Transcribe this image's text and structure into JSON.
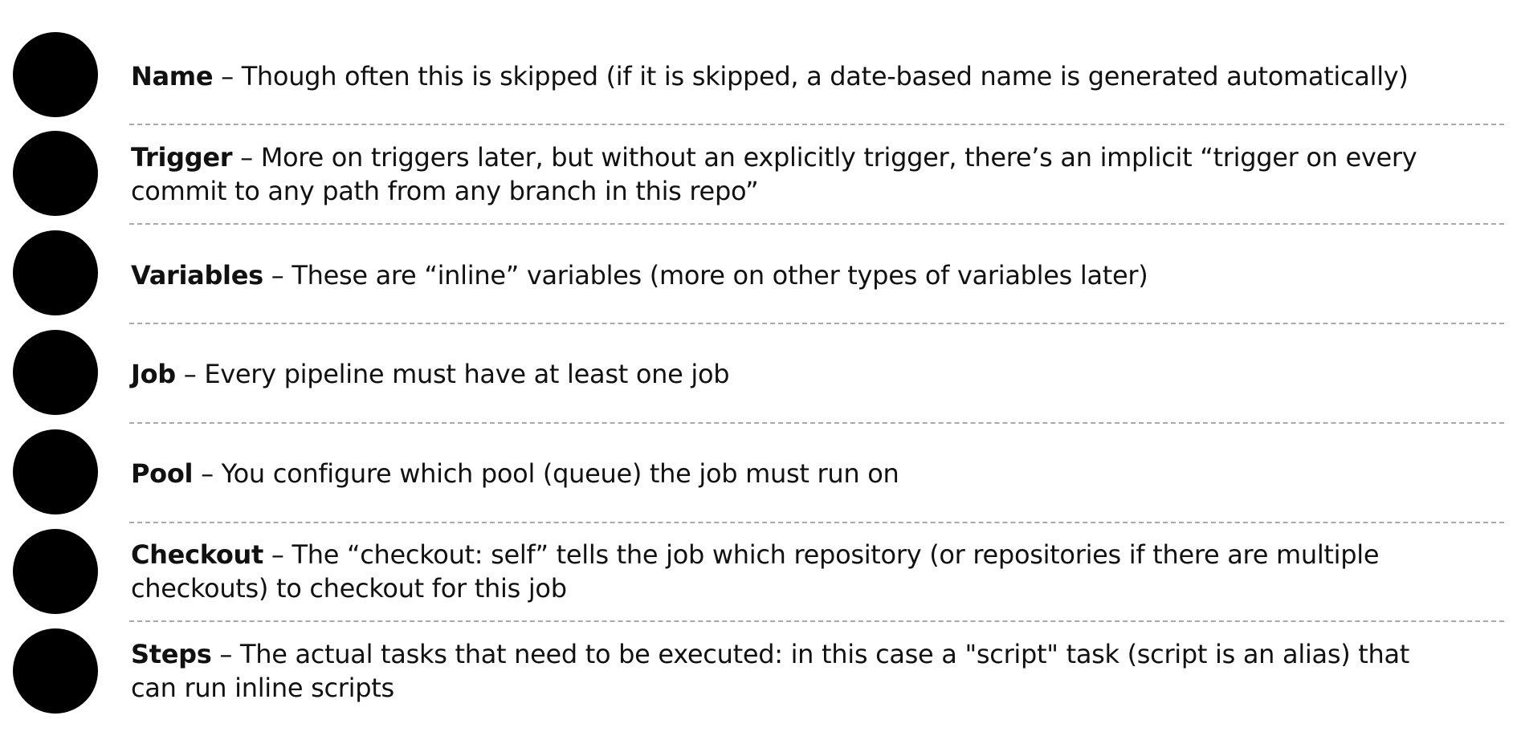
{
  "items": [
    {
      "term": "Name",
      "separator": " – ",
      "description": "Though often this is skipped (if it is skipped, a date-based name is generated automatically)"
    },
    {
      "term": "Trigger",
      "separator": " – ",
      "description": "More on triggers later, but without an explicitly trigger, there’s an implicit “trigger on every commit to any path from any branch in this repo”"
    },
    {
      "term": "Variables",
      "separator": " – ",
      "description": "These are “inline” variables (more on other types of variables later)"
    },
    {
      "term": "Job",
      "separator": " – ",
      "description": "Every pipeline must have at least one job"
    },
    {
      "term": "Pool",
      "separator": " – ",
      "description": "You configure which pool (queue) the job must run on"
    },
    {
      "term": "Checkout",
      "separator": " – ",
      "description": "The “checkout: self” tells the job which repository (or repositories if there are multiple checkouts) to checkout for this job"
    },
    {
      "term": "Steps",
      "separator": " – ",
      "description": "The actual tasks that need to be executed: in this case a \"script\" task (script is an alias) that can run inline scripts"
    }
  ]
}
